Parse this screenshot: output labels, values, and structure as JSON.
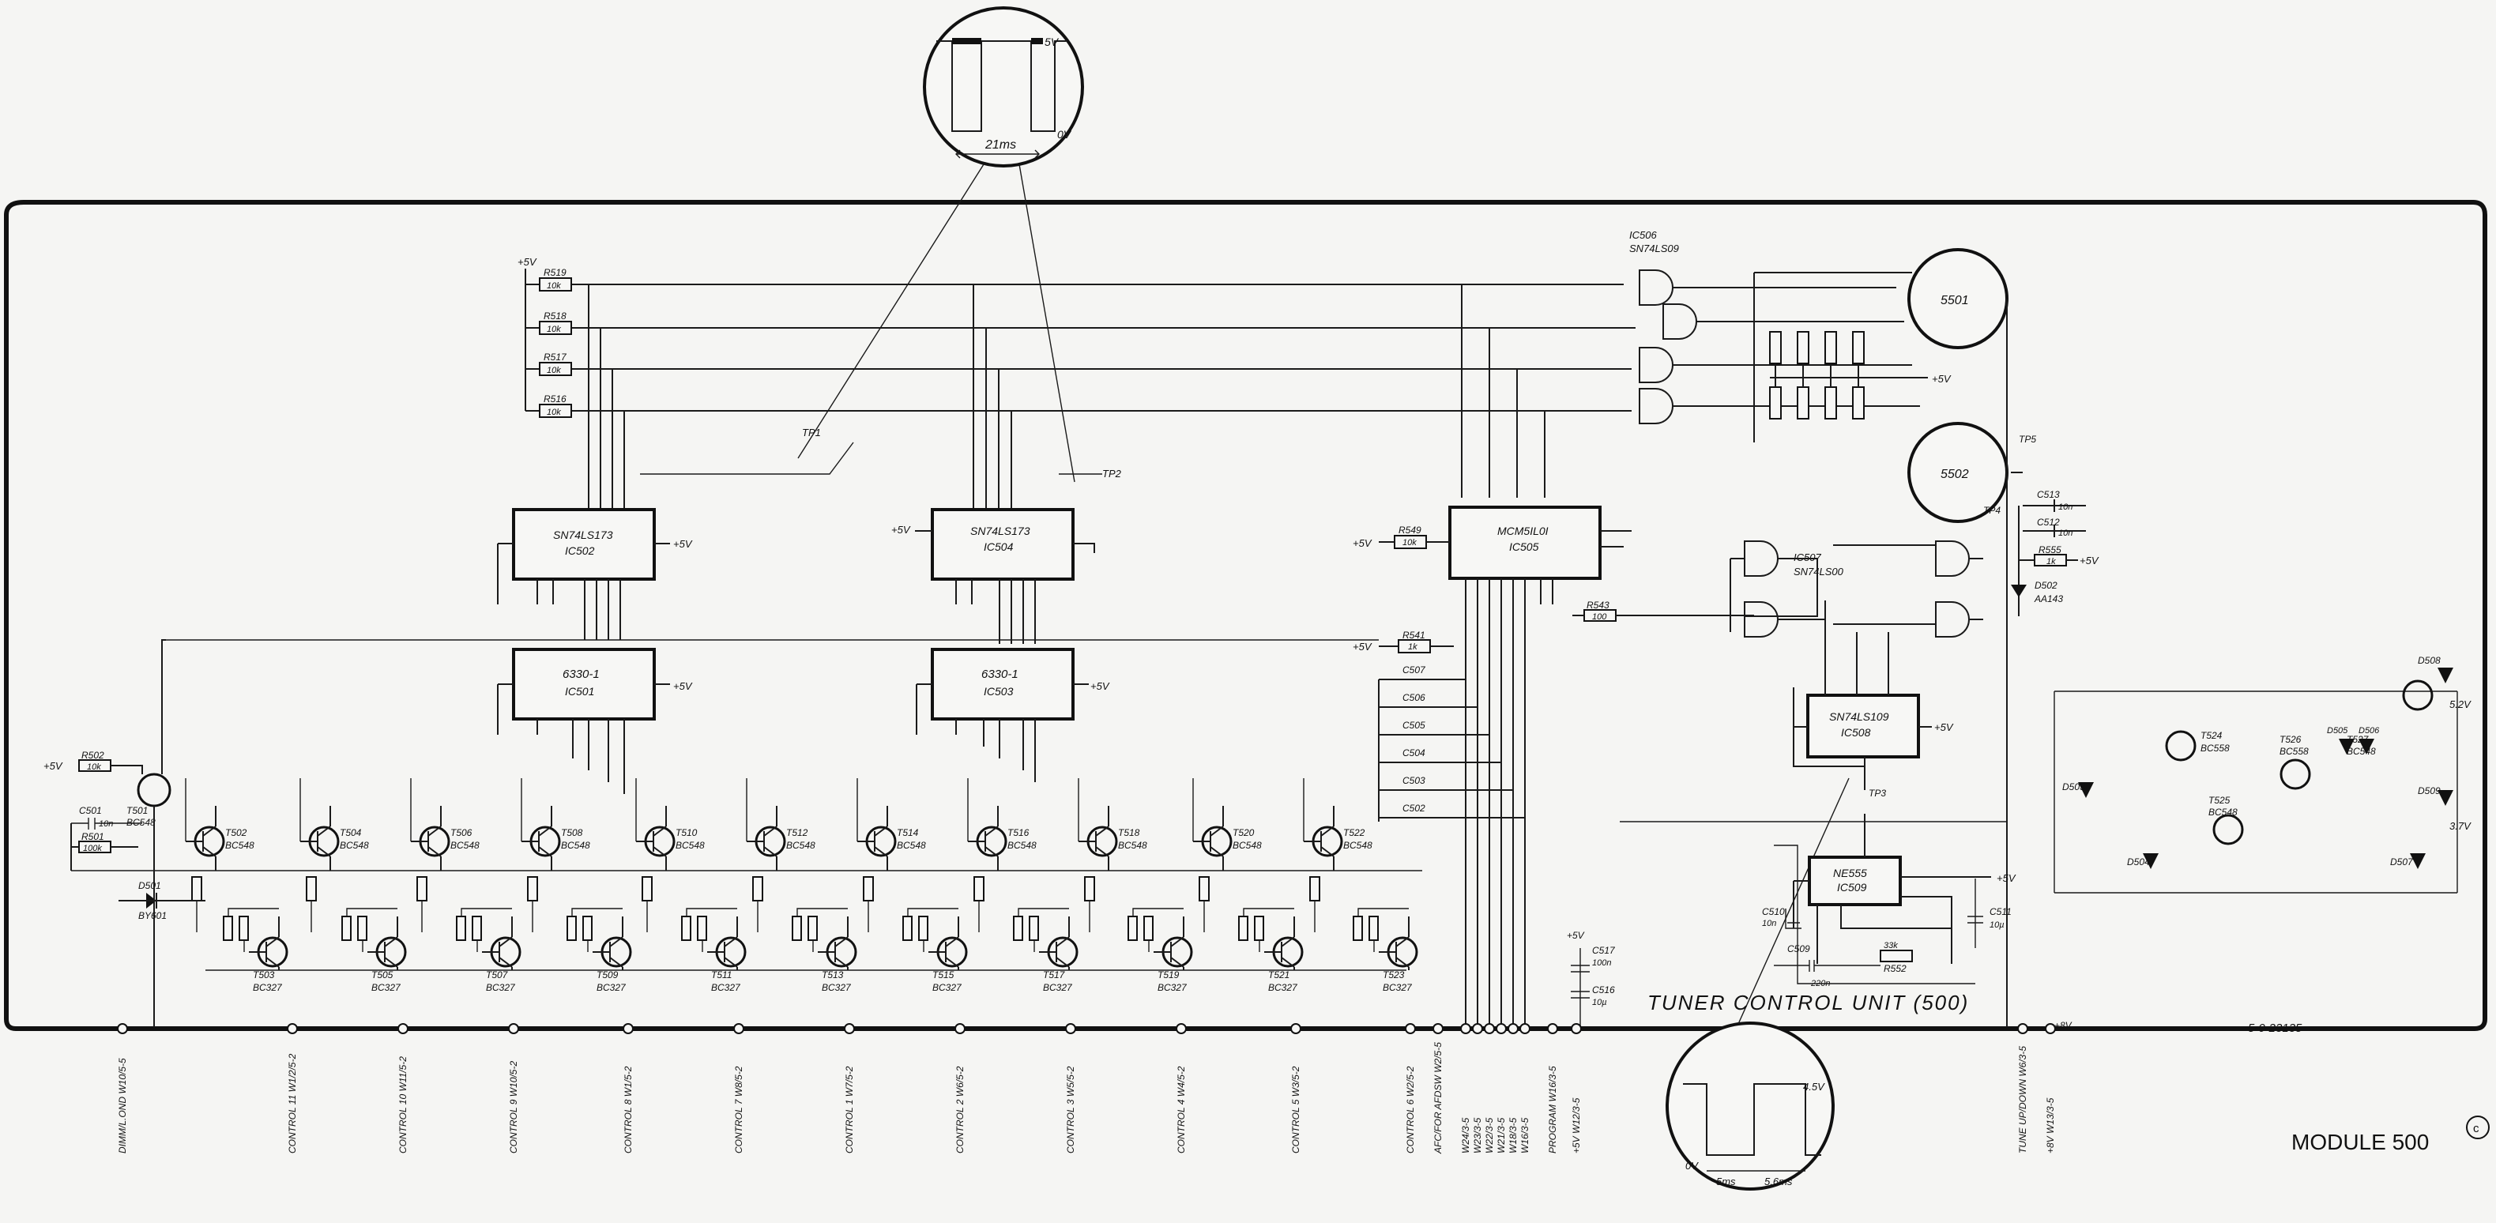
{
  "sheet": {
    "module_title": "MODULE 500",
    "unit_title": "TUNER CONTROL UNIT (500)",
    "drawing_number": "5-0-23135",
    "copyright_mark": "c",
    "supply_5v": "+5V",
    "supply_5v_2": "+5V",
    "supply_8v": "+8V",
    "zener_5_2v": "5.2V",
    "zener_3_7v": "3.7V"
  },
  "waveforms": {
    "top": {
      "high_label": "5V",
      "low_label": "0V",
      "period_label": "21ms"
    },
    "bottom": {
      "high_label": "4.5V",
      "low_label": "0V",
      "pulse_label": "5ms",
      "period_label": "5.6ms"
    }
  },
  "test_points": [
    "TP1",
    "TP2",
    "TP3",
    "TP4",
    "TP5"
  ],
  "ics": [
    {
      "ref": "IC502",
      "part": "SN74LS173",
      "supply": "+5V"
    },
    {
      "ref": "IC504",
      "part": "SN74LS173",
      "supply": "+5V"
    },
    {
      "ref": "IC501",
      "part": "6330-1",
      "supply": "+5V"
    },
    {
      "ref": "IC503",
      "part": "6330-1",
      "supply": "+5V"
    },
    {
      "ref": "IC505",
      "part": "MCM5IL0I",
      "supply": "+5V"
    },
    {
      "ref": "IC506",
      "part": "SN74LS09",
      "supply": ""
    },
    {
      "ref": "IC507",
      "part": "SN74LS00",
      "supply": ""
    },
    {
      "ref": "IC508",
      "part": "SN74LS109",
      "supply": "+5V"
    },
    {
      "ref": "IC509",
      "part": "NE555",
      "supply": "+5V"
    }
  ],
  "displays": [
    "5501",
    "5502"
  ],
  "pullups": [
    {
      "ref": "R519",
      "value": "10k"
    },
    {
      "ref": "R518",
      "value": "10k"
    },
    {
      "ref": "R517",
      "value": "10k"
    },
    {
      "ref": "R516",
      "value": "10k"
    }
  ],
  "transistors_npn": [
    {
      "ref": "T502",
      "type": "BC548"
    },
    {
      "ref": "T504",
      "type": "BC548"
    },
    {
      "ref": "T506",
      "type": "BC548"
    },
    {
      "ref": "T508",
      "type": "BC548"
    },
    {
      "ref": "T510",
      "type": "BC548"
    },
    {
      "ref": "T512",
      "type": "BC548"
    },
    {
      "ref": "T514",
      "type": "BC548"
    },
    {
      "ref": "T516",
      "type": "BC548"
    },
    {
      "ref": "T518",
      "type": "BC548"
    },
    {
      "ref": "T520",
      "type": "BC548"
    },
    {
      "ref": "T522",
      "type": "BC548"
    }
  ],
  "transistors_pnp": [
    {
      "ref": "T503",
      "type": "BC327"
    },
    {
      "ref": "T505",
      "type": "BC327"
    },
    {
      "ref": "T507",
      "type": "BC327"
    },
    {
      "ref": "T509",
      "type": "BC327"
    },
    {
      "ref": "T511",
      "type": "BC327"
    },
    {
      "ref": "T513",
      "type": "BC327"
    },
    {
      "ref": "T515",
      "type": "BC327"
    },
    {
      "ref": "T517",
      "type": "BC327"
    },
    {
      "ref": "T519",
      "type": "BC327"
    },
    {
      "ref": "T521",
      "type": "BC327"
    },
    {
      "ref": "T523",
      "type": "BC327"
    }
  ],
  "input_stage": {
    "transistor": "T501",
    "transistor_type": "BC548",
    "diode": "D501",
    "diode_type": "BY601",
    "resistors": [
      {
        "ref": "R502",
        "value": "10k"
      },
      {
        "ref": "R501",
        "value": "100k"
      }
    ],
    "capacitor": {
      "ref": "C501",
      "value": "10n"
    }
  },
  "caps_column": [
    "C507",
    "C506",
    "C505",
    "C504",
    "C503",
    "C502"
  ],
  "r541": {
    "ref": "R541",
    "value": "1k"
  },
  "r543": {
    "ref": "R543",
    "value": "100"
  },
  "r549": {
    "ref": "R549",
    "value": "10k"
  },
  "r555": {
    "ref": "R555",
    "value": "1k"
  },
  "c513": {
    "ref": "C513",
    "value": "10n"
  },
  "c512": {
    "ref": "C512",
    "value": "10n"
  },
  "d502": {
    "ref": "D502",
    "type": "AA143"
  },
  "regulator": [
    {
      "ref": "T524",
      "type": "BC558"
    },
    {
      "ref": "T525",
      "type": "BC548"
    },
    {
      "ref": "T526",
      "type": "BC558"
    },
    {
      "ref": "T527",
      "type": "BC548"
    }
  ],
  "regulator_diodes": [
    "D503",
    "D504",
    "D505",
    "D506",
    "D507",
    "D508",
    "D509"
  ],
  "c517": {
    "ref": "C517",
    "value": "100n"
  },
  "c516": {
    "ref": "C516",
    "value": "10µ"
  },
  "ne555_parts": [
    {
      "ref": "C510",
      "value": "10n"
    },
    {
      "ref": "C509",
      "value": "220n"
    },
    {
      "ref": "R552",
      "value": "33k"
    },
    {
      "ref": "C511",
      "value": "10µ"
    }
  ],
  "connectors": [
    {
      "name": "DIMM/L.OND",
      "pin": "W10/5-5"
    },
    {
      "name": "CONTROL 11",
      "pin": "W1/2/5-2"
    },
    {
      "name": "CONTROL 10",
      "pin": "W11/5-2"
    },
    {
      "name": "CONTROL 9",
      "pin": "W10/5-2"
    },
    {
      "name": "CONTROL 8",
      "pin": "W1/5-2"
    },
    {
      "name": "CONTROL 7",
      "pin": "W8/5-2"
    },
    {
      "name": "CONTROL 1",
      "pin": "W7/5-2"
    },
    {
      "name": "CONTROL 2",
      "pin": "W6/5-2"
    },
    {
      "name": "CONTROL 3",
      "pin": "W5/5-2"
    },
    {
      "name": "CONTROL 4",
      "pin": "W4/5-2"
    },
    {
      "name": "CONTROL 5",
      "pin": "W3/5-2"
    },
    {
      "name": "CONTROL 6",
      "pin": "W2/5-2"
    },
    {
      "name": "AFC/FOR AFDSW",
      "pin": "W2/5-5"
    },
    {
      "name": "",
      "pin": "W24/3-5"
    },
    {
      "name": "",
      "pin": "W23/3-5"
    },
    {
      "name": "",
      "pin": "W22/3-5"
    },
    {
      "name": "",
      "pin": "W21/3-5"
    },
    {
      "name": "",
      "pin": "W18/3-5"
    },
    {
      "name": "",
      "pin": "W16/3-5"
    },
    {
      "name": "PROGRAM",
      "pin": "W16/3-5"
    },
    {
      "name": "+5V",
      "pin": "W12/3-5"
    },
    {
      "name": "TUNE UP/DOWN",
      "pin": "W6/3-5"
    },
    {
      "name": "+8V",
      "pin": "W13/3-5"
    }
  ]
}
